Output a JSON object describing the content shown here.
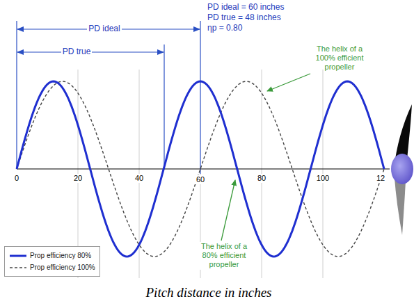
{
  "diagram": {
    "caption": "Pitch distance in inches",
    "labels": [
      "PD ideal",
      "PD true",
      "PD ideal = 60 inches",
      "PD true = 48 inches",
      "ηp = 0.80",
      "0",
      "20",
      "40",
      "60",
      "80",
      "100",
      "12",
      "The helix of a 100% efficient propeller",
      "The helix of a 80% efficient propeller"
    ],
    "legend": [
      {
        "text": "Prop efficiency 80%"
      },
      {
        "text": "Prop efficiency 100%"
      }
    ]
  }
}
